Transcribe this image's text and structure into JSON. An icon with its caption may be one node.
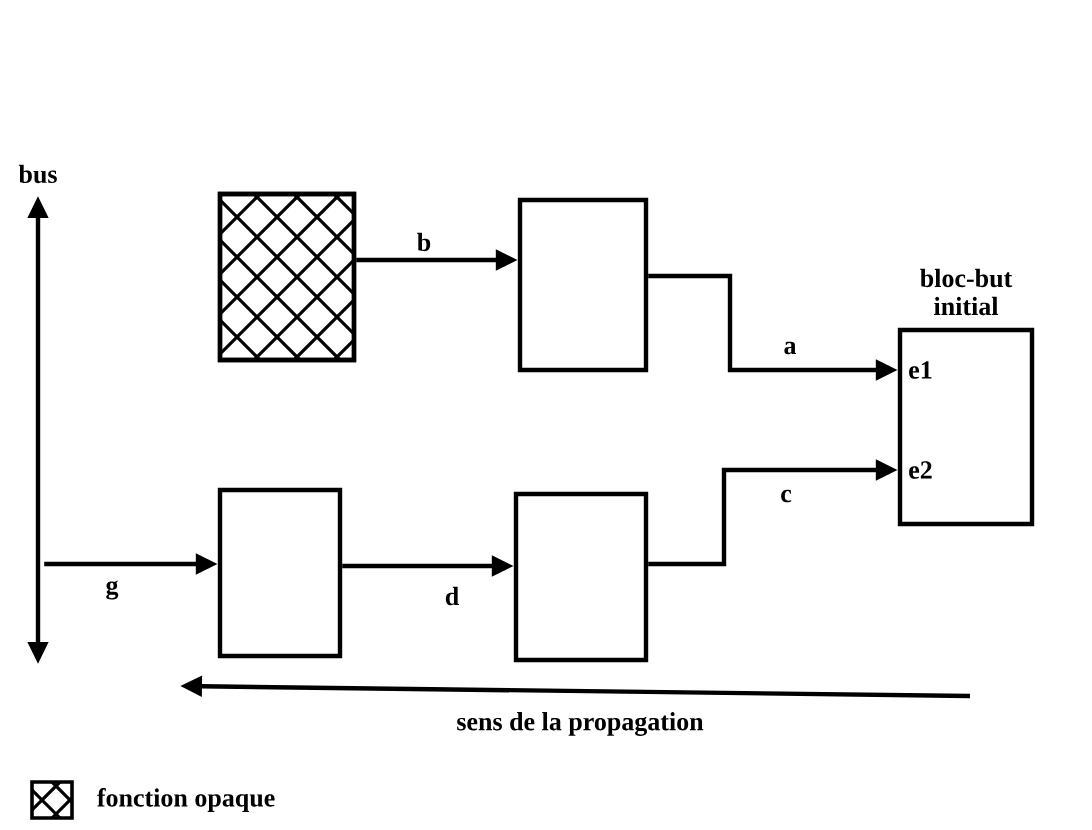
{
  "diagram": {
    "nodes": [
      {
        "text": [],
        "shape": "bar",
        "beside": [
          "bus"
        ]
      },
      {
        "text": [],
        "shape": "box"
      },
      {
        "text": [],
        "shape": "box"
      },
      {
        "text": [],
        "shape": "box"
      },
      {
        "text": [],
        "shape": "box"
      },
      {
        "text": [
          "bloc-but initial",
          "e1",
          "e2"
        ]
      }
    ],
    "edges": [
      {
        "from": 1,
        "to": 2,
        "arrow": "to",
        "label": "b"
      },
      {
        "from": 2,
        "to": 5,
        "arrow": "to",
        "label": "a"
      },
      {
        "from": 0,
        "to": 3,
        "arrow": "to",
        "label": "g"
      },
      {
        "from": 3,
        "to": 4,
        "arrow": "to",
        "label": "d"
      },
      {
        "from": 4,
        "to": 5,
        "arrow": "to",
        "label": "c"
      }
    ],
    "labels": [
      "sens de la propagation"
    ],
    "legend": [
      {
        "text": "fonction opaque"
      }
    ]
  }
}
